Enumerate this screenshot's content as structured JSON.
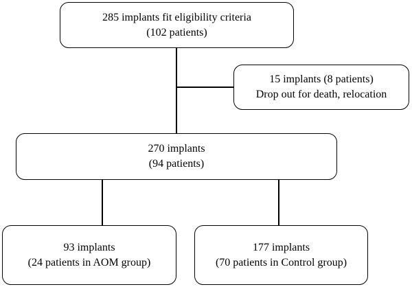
{
  "flowchart": {
    "top_box": {
      "line1": "285 implants fit eligibility criteria",
      "line2": "(102 patients)"
    },
    "exclusion_box": {
      "line1": "15 implants (8 patients)",
      "line2": "Drop out for death, relocation"
    },
    "middle_box": {
      "line1": "270 implants",
      "line2": "(94 patients)"
    },
    "left_box": {
      "line1": "93 implants",
      "line2": "(24 patients in AOM group)"
    },
    "right_box": {
      "line1": "177 implants",
      "line2": "(70 patients in Control group)"
    }
  }
}
